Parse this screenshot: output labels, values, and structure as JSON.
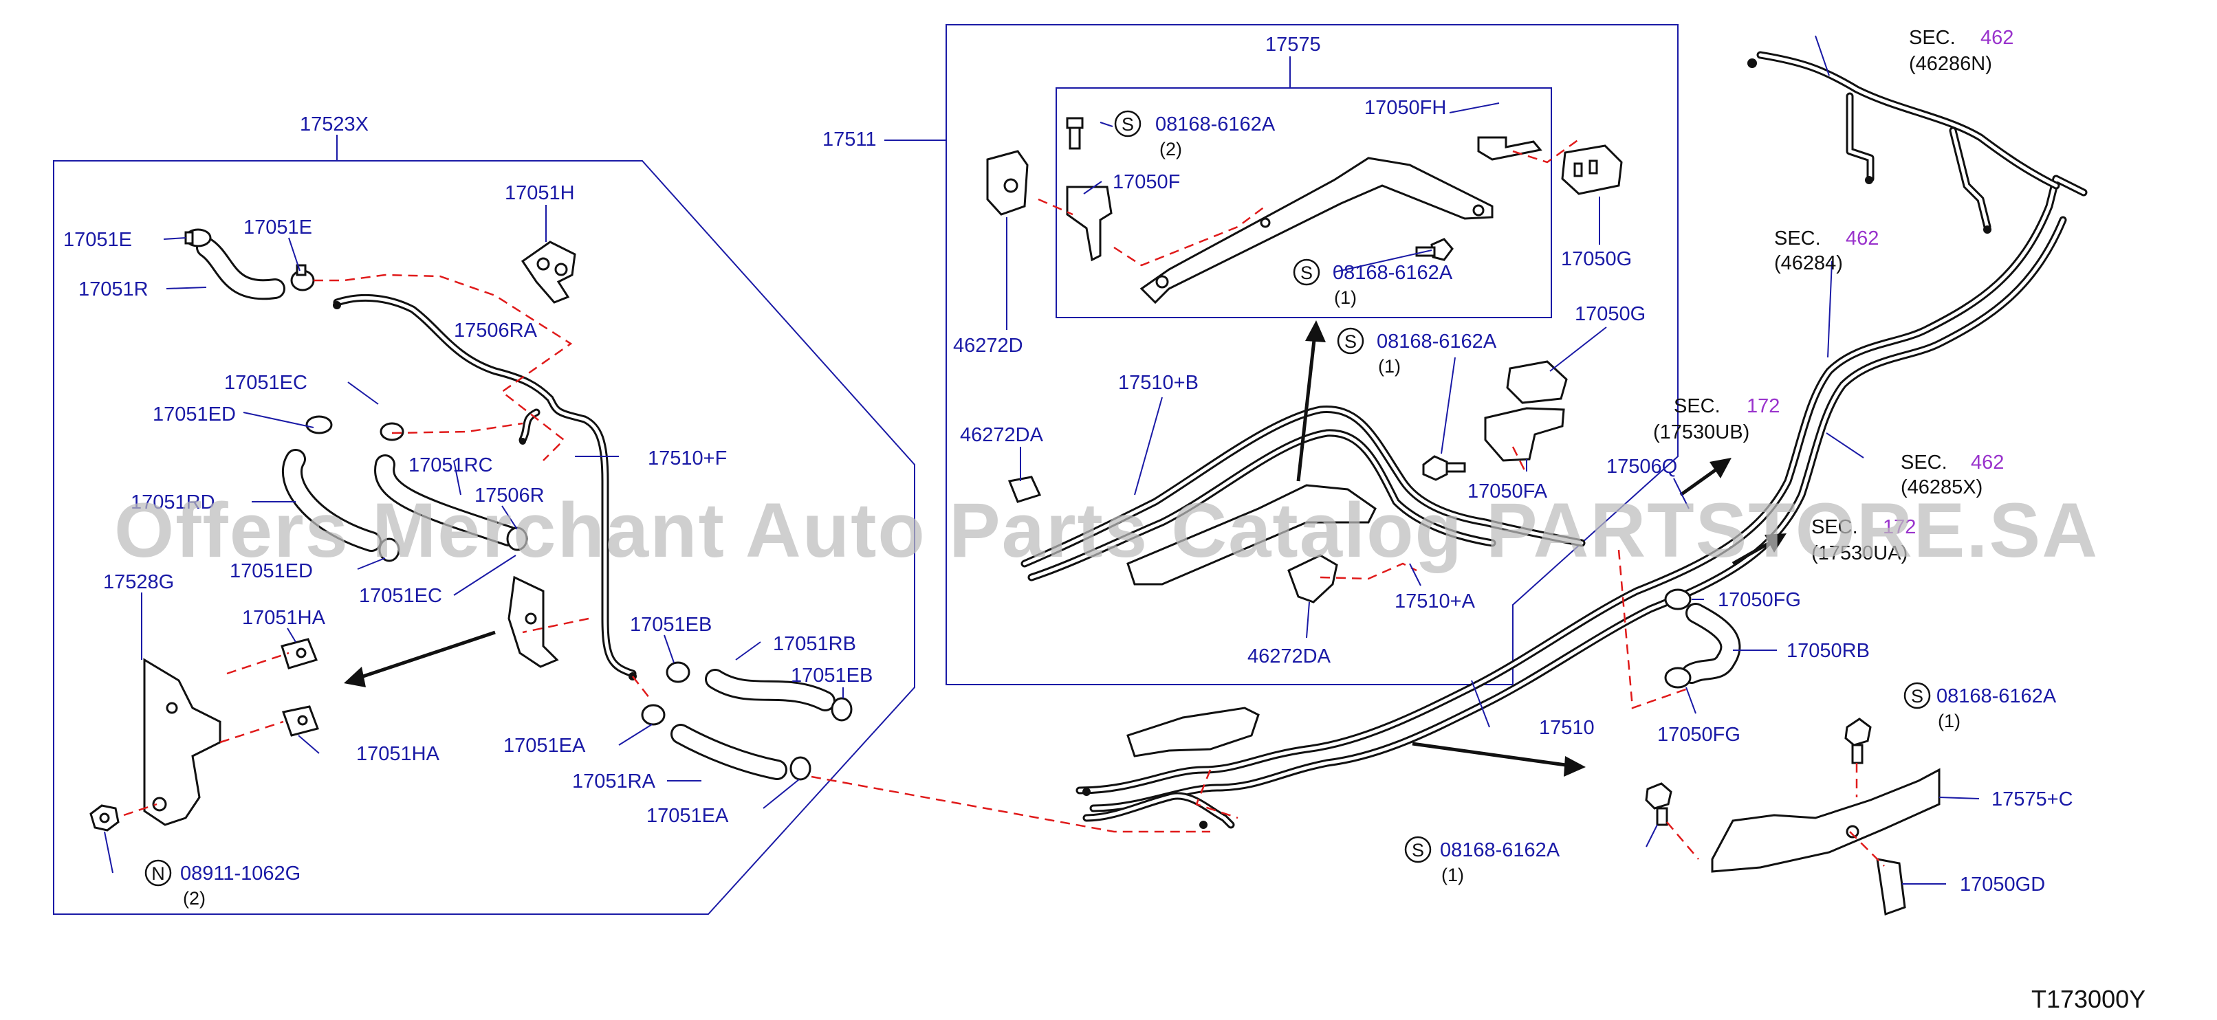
{
  "diagram_code": "T173000Y",
  "watermark": "Offers Merchant Auto Parts Catalog PARTSTORE.SA",
  "labels": {
    "l17523X": "17523X",
    "l17051E": "17051E",
    "l17051E2": "17051E",
    "l17051R": "17051R",
    "l17051H": "17051H",
    "l17506RA": "17506RA",
    "l17051EC": "17051EC",
    "l17051ED": "17051ED",
    "l17051RC": "17051RC",
    "l17506R": "17506R",
    "l17510F": "17510+F",
    "l17051RD": "17051RD",
    "l17051ED2": "17051ED",
    "l17051EC2": "17051EC",
    "l17528G": "17528G",
    "l17051HA": "17051HA",
    "l17051HA2": "17051HA",
    "l08911": "08911-1062G",
    "l17051EB": "17051EB",
    "l17051RB": "17051RB",
    "l17051EB2": "17051EB",
    "l17051EA": "17051EA",
    "l17051RA": "17051RA",
    "l17051EA2": "17051EA",
    "l17575": "17575",
    "l17511": "17511",
    "l08168a": "08168-6162A",
    "l17050FH": "17050FH",
    "l17050F": "17050F",
    "l08168b": "08168-6162A",
    "l17050G": "17050G",
    "l46272D": "46272D",
    "l08168c": "08168-6162A",
    "l17050G2": "17050G",
    "l17510B": "17510+B",
    "l46272DA": "46272DA",
    "l17050FA": "17050FA",
    "l17510A": "17510+A",
    "l46272DA2": "46272DA",
    "l17506Q": "17506Q",
    "l17050FG": "17050FG",
    "l17050RB": "17050RB",
    "l17050FG2": "17050FG",
    "l17510": "17510",
    "l08168d": "08168-6162A",
    "l08168e": "08168-6162A",
    "l17575C": "17575+C",
    "l17050GD": "17050GD"
  },
  "counts": {
    "c08911": "(2)",
    "c08168a": "(2)",
    "c08168b": "(1)",
    "c08168c": "(1)",
    "c08168d": "(1)",
    "c08168e": "(1)"
  },
  "symbols": {
    "n": "N",
    "s": "S"
  },
  "sections": [
    {
      "sec": "SEC.",
      "num": "462",
      "ref": "(46286N)"
    },
    {
      "sec": "SEC.",
      "num": "462",
      "ref": "(46284)"
    },
    {
      "sec": "SEC.",
      "num": "462",
      "ref": "(46285X)"
    },
    {
      "sec": "SEC.",
      "num": "172",
      "ref": "(17530UB)"
    },
    {
      "sec": "SEC.",
      "num": "172",
      "ref": "(17530UA)"
    }
  ],
  "colors": {
    "label_blue": "#1a1aa6",
    "section_purple": "#9932cc",
    "dash_red": "#e01a1a",
    "line_black": "#111111"
  }
}
